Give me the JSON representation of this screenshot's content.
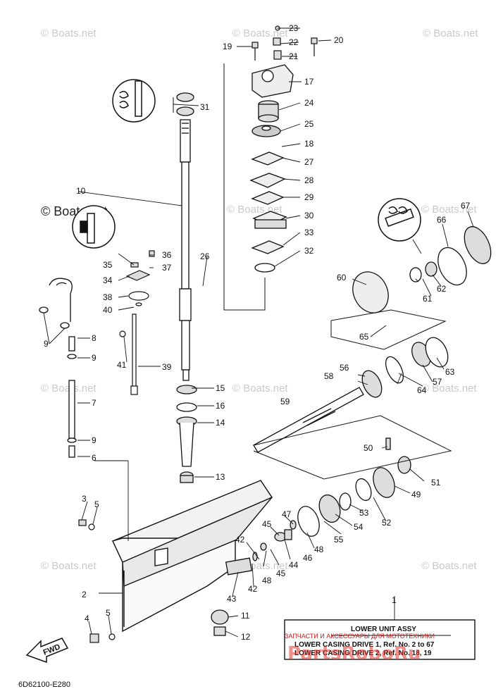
{
  "watermark": "© Boats.net",
  "watermark_large": "© Boats.net",
  "diagram_code": "6D62100-E280",
  "fwd_label": "FWD",
  "title_box": {
    "ref": "1",
    "title": "LOWER UNIT ASSY",
    "line1": "LOWER CASING DRIVE 1, Ref. No. 2 to 67",
    "line2": "LOWER CASING DRIVE 2, Ref. No. 18, 19"
  },
  "promo_text": "ЗАПЧАСТИ И АКСЕССУАРЫ ДЛЯ МОТОТЕХНИКИ",
  "stamp_text": "PartsRoboRu",
  "callouts": {
    "c2": "2",
    "c3": "3",
    "c4": "4",
    "c5a": "5",
    "c5b": "5",
    "c6": "6",
    "c7": "7",
    "c8": "8",
    "c9a": "9",
    "c9b": "9",
    "c9c": "9",
    "c10": "10",
    "c11": "11",
    "c12": "12",
    "c13": "13",
    "c14": "14",
    "c15": "15",
    "c16": "16",
    "c17": "17",
    "c18": "18",
    "c19": "19",
    "c20": "20",
    "c21": "21",
    "c22": "22",
    "c23": "23",
    "c24": "24",
    "c25": "25",
    "c26": "26",
    "c27": "27",
    "c28": "28",
    "c29": "29",
    "c30": "30",
    "c31": "31",
    "c32": "32",
    "c33": "33",
    "c34": "34",
    "c35": "35",
    "c36": "36",
    "c37": "37",
    "c38": "38",
    "c39": "39",
    "c40": "40",
    "c41": "41",
    "c42a": "42",
    "c42b": "42",
    "c43": "43",
    "c44": "44",
    "c45a": "45",
    "c45b": "45",
    "c46": "46",
    "c47": "47",
    "c48a": "48",
    "c48b": "48",
    "c49": "49",
    "c50": "50",
    "c51": "51",
    "c52": "52",
    "c53": "53",
    "c54": "54",
    "c55": "55",
    "c56": "56",
    "c57": "57",
    "c58": "58",
    "c59": "59",
    "c60": "60",
    "c61": "61",
    "c62": "62",
    "c63": "63",
    "c64": "64",
    "c65": "65",
    "c66": "66",
    "c67": "67"
  }
}
